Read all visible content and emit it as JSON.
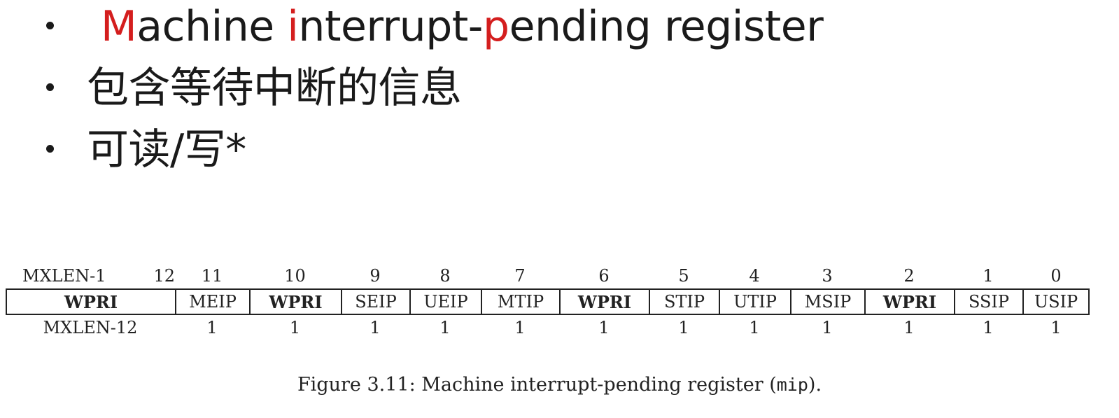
{
  "bullets": {
    "item1": {
      "M": "M",
      "achine": "achine ",
      "i": "i",
      "nterrupt": "nterrupt-",
      "p": "p",
      "ending": "ending register"
    },
    "item2": "包含等待中断的信息",
    "item3": "可读/写*"
  },
  "colors": {
    "accent_red": "#d41e1e",
    "text": "#1a1a1a"
  },
  "register": {
    "bit_labels": [
      "MXLEN-1",
      "12",
      "11",
      "10",
      "9",
      "8",
      "7",
      "6",
      "5",
      "4",
      "3",
      "2",
      "1",
      "0"
    ],
    "fields": [
      "WPRI",
      "MEIP",
      "WPRI",
      "SEIP",
      "UEIP",
      "MTIP",
      "WPRI",
      "STIP",
      "UTIP",
      "MSIP",
      "WPRI",
      "SSIP",
      "USIP"
    ],
    "widths": [
      "MXLEN-12",
      "1",
      "1",
      "1",
      "1",
      "1",
      "1",
      "1",
      "1",
      "1",
      "1",
      "1",
      "1"
    ]
  },
  "caption": {
    "prefix": "Figure 3.11: Machine interrupt-pending register (",
    "code": "mip",
    "suffix": ")."
  }
}
